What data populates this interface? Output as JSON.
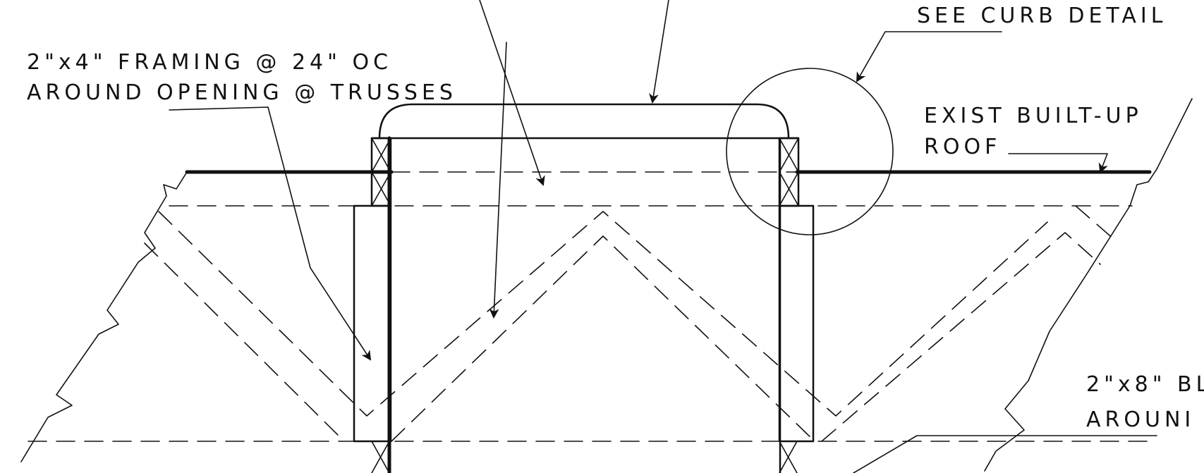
{
  "drawing": {
    "notes": {
      "framing_line1": "2\"x4\" FRAMING @ 24\" OC",
      "framing_line2": "AROUND OPENING @ TRUSSES",
      "curb_detail": "SEE CURB DETAIL",
      "roof_line1": "EXIST BUILT-UP",
      "roof_line2": "ROOF",
      "blocking_line1": "2\"x8\" BL",
      "blocking_line2": "AROUNI"
    }
  }
}
